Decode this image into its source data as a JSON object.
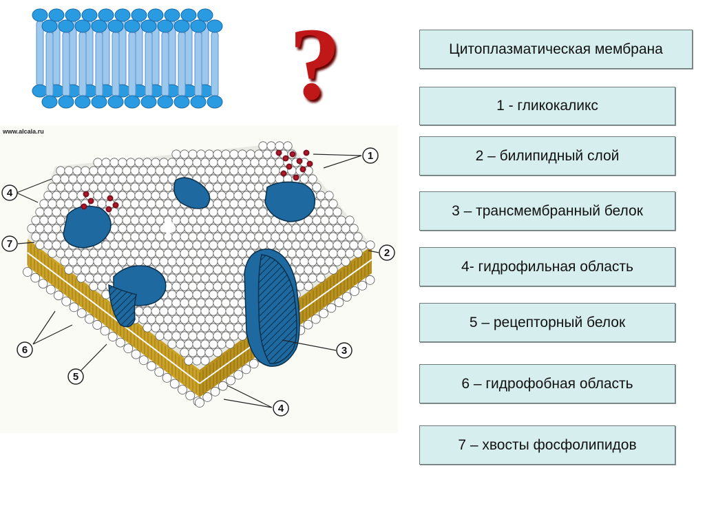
{
  "source_label": "www.alcala.ru",
  "title_box": "Цитоплазматическая мембрана",
  "legend": [
    {
      "text": "1 - гликокаликс"
    },
    {
      "text": "2 – билипидный слой"
    },
    {
      "text": "3 – трансмембранный белок"
    },
    {
      "text": "4- гидрофильная область"
    },
    {
      "text": "5 – рецепторный белок"
    },
    {
      "text": "6 – гидрофобная область"
    },
    {
      "text": "7 – хвосты фосфолипидов"
    }
  ],
  "callouts": [
    "1",
    "2",
    "3",
    "4",
    "4",
    "5",
    "6",
    "7"
  ],
  "question_mark": "?",
  "colors": {
    "box_fill": "#d6eeee",
    "protein": "#1e6aa0",
    "head": "#ffffff",
    "tail": "#c9a227",
    "question": "#c01818"
  }
}
